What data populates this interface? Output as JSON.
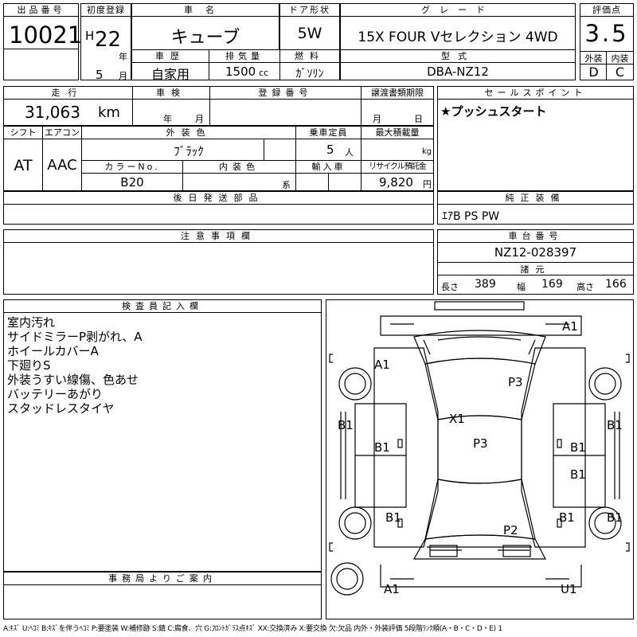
{
  "lot": {
    "label": "出品番号",
    "value": "10021"
  },
  "first_reg": {
    "label": "初度登録",
    "era": "H",
    "year": "22",
    "year_unit": "年",
    "month": "5",
    "month_unit": "月"
  },
  "car_name": {
    "label": "車名",
    "value": "キューブ"
  },
  "door": {
    "label": "ドア形状",
    "value": "5W"
  },
  "grade": {
    "label": "グレード",
    "value": "15X FOUR Vセレクション 4WD"
  },
  "score": {
    "label": "評価点",
    "value": "3.5",
    "exterior_label": "外装",
    "exterior": "D",
    "interior_label": "内装",
    "interior": "C"
  },
  "history": {
    "label": "車歴",
    "value": "自家用"
  },
  "displacement": {
    "label": "排気量",
    "value": "1500",
    "unit": "cc"
  },
  "fuel": {
    "label": "燃料",
    "value": "ｶﾞｿﾘﾝ"
  },
  "model": {
    "label": "型式",
    "value": "DBA-NZ12"
  },
  "mileage": {
    "label": "走行",
    "value": "31,063",
    "unit": "km"
  },
  "inspection": {
    "label": "車検",
    "year_unit": "年",
    "month_unit": "月"
  },
  "reg_no": {
    "label": "登録番号"
  },
  "transfer_docs": {
    "label": "譲渡書類期限",
    "month_unit": "月",
    "day_unit": "日"
  },
  "sales_point": {
    "label": "セールスポイント",
    "value": "★プッシュスタート"
  },
  "shift": {
    "label": "シフト",
    "value": "AT"
  },
  "aircon": {
    "label": "エアコン",
    "value": "AAC"
  },
  "ext_color": {
    "label": "外装色",
    "value": "ﾌﾞﾗｯｸ"
  },
  "capacity": {
    "label": "乗車定員",
    "value": "5",
    "unit": "人"
  },
  "max_load": {
    "label": "最大積載量",
    "unit": "kg"
  },
  "color_no": {
    "label": "カラーNo.",
    "value": "B20"
  },
  "int_color": {
    "label": "内装色",
    "unit": "系"
  },
  "import": {
    "label": "輸入車"
  },
  "recycle": {
    "label": "リサイクル預託金",
    "value": "9,820",
    "unit": "円"
  },
  "later_parts": {
    "label": "後日発送部品"
  },
  "equipment": {
    "label": "純正装備",
    "value": "ｴｱB PS PW"
  },
  "notes": {
    "label": "注意事項欄"
  },
  "chassis": {
    "label": "車台番号",
    "value": "NZ12-028397"
  },
  "specs": {
    "label": "諸元",
    "length_label": "長さ",
    "length": "389",
    "width_label": "幅",
    "width": "169",
    "height_label": "高さ",
    "height": "166"
  },
  "inspector": {
    "label": "検査員記入欄",
    "lines": [
      "室内汚れ",
      "サイドミラーP剥がれ、A",
      "ホイールカバーA",
      "下廻りS",
      "外装うすい線傷、色あせ",
      "バッテリーあがり",
      "スタッドレスタイヤ"
    ]
  },
  "office": {
    "label": "事務局よりご案内"
  },
  "legend": "A:ｷｽﾞ U:ﾍｺﾐ B:ｷｽﾞを伴うﾍｺﾐ P:要塗装 W:補修跡 S:錆 C:腐食、穴 G:ﾌﾛﾝﾄｶﾞﾗｽ点ｷｽﾞ XX:交換済み X:要交換 欠:欠品 内外・外装評価 5段階ﾗﾝｸ順(A・B・C・D・E) 1",
  "diagram_marks": [
    "A1",
    "A1",
    "P3",
    "X1",
    "P3",
    "B1",
    "B1",
    "B1",
    "B1",
    "B1",
    "B1",
    "B1",
    "P2",
    "B1",
    "A1",
    "U1"
  ]
}
